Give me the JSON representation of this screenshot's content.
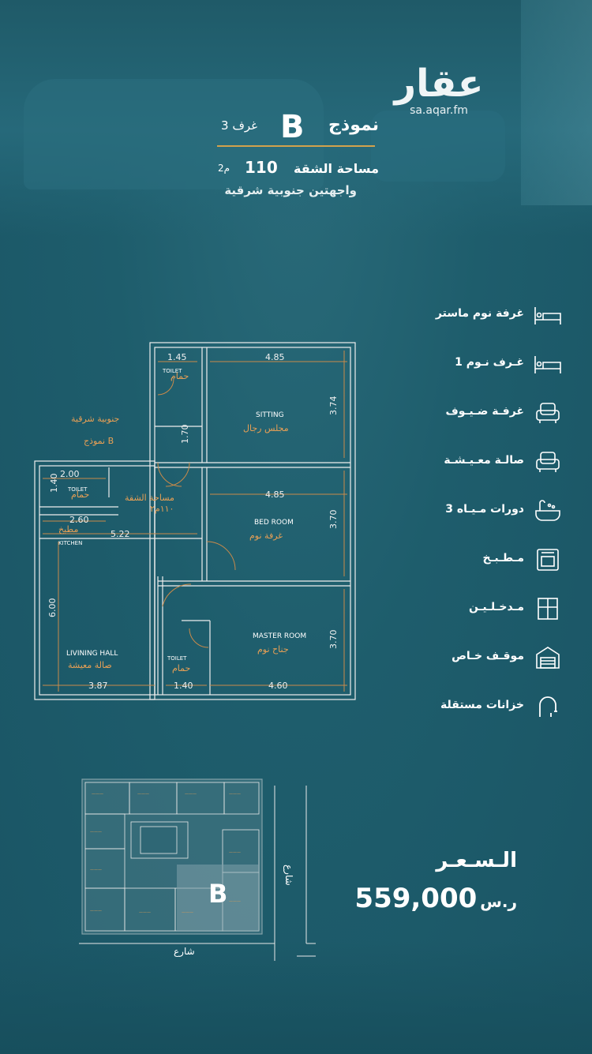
{
  "logo": {
    "arabic": "عقار",
    "url": "sa.aqar.fm"
  },
  "model": {
    "word": "نموذج",
    "letter": "B",
    "rooms": "3 غرف"
  },
  "area": {
    "label": "مساحة الشقة",
    "value": "110",
    "unit": "2م"
  },
  "facing": "واجهتين جنوبية شرقية",
  "plan": {
    "side_note_1": "جنوبية شرقية",
    "side_note_2": "نموذج B",
    "dims": [
      "1.45",
      "4.85",
      "3.74",
      "2.00",
      "1.40",
      "2.60",
      "5.22",
      "4.85",
      "3.70",
      "6.00",
      "3.87",
      "1.40",
      "4.60",
      "3.70",
      "1.70"
    ],
    "rooms": {
      "toilet_top_en": "TOILET",
      "toilet_top_ar": "حمام",
      "sitting_en": "SITTING",
      "sitting_ar": "مجلس رجال",
      "toilet_left_en": "TOILET",
      "toilet_left_ar": "حمام",
      "area_ar": "مساحة الشقة",
      "area_val": "١١٠م٢",
      "kitchen_ar": "مطبخ",
      "kitchen_en": "KITCHEN",
      "bed_en": "BED ROOM",
      "bed_ar": "غرفة نوم",
      "master_en": "MASTER ROOM",
      "master_ar": "جناح نوم",
      "living_en": "LIVINING HALL",
      "living_ar": "صالة معيشة",
      "toilet_bottom_en": "TOILET",
      "toilet_bottom_ar": "حمام"
    }
  },
  "features": [
    {
      "label": "غرفة نوم ماستر",
      "icon": "bed-icon"
    },
    {
      "label": "1 غـرف نـوم",
      "icon": "bed-icon"
    },
    {
      "label": "غرفـة ضـيـوف",
      "icon": "armchair-icon"
    },
    {
      "label": "صالـة معـيـشـة",
      "icon": "armchair-icon"
    },
    {
      "label": "3 دورات مـيـاه",
      "icon": "bathtub-icon"
    },
    {
      "label": "مـطـبـخ",
      "icon": "oven-icon"
    },
    {
      "label": "مـدخـلـيـن",
      "icon": "window-icon"
    },
    {
      "label": "موقـف خـاص",
      "icon": "garage-icon"
    },
    {
      "label": "خزانات مستقلة",
      "icon": "tank-icon"
    }
  ],
  "site": {
    "street_bottom": "شارع",
    "street_side": "شارع",
    "unit_letter": "B"
  },
  "price": {
    "label": "الـسـعـر",
    "value": "559,000",
    "currency": "ر.س"
  },
  "colors": {
    "background": "#1d5968",
    "accent": "#d3a24c",
    "plan_line": "#c98a4a"
  }
}
